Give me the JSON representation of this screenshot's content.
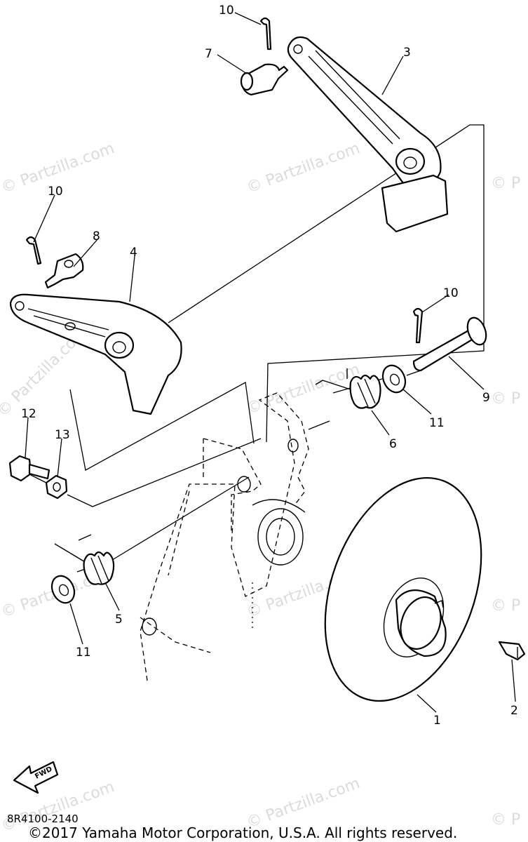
{
  "diagram": {
    "watermark_text": "© Partzilla.com",
    "watermark_short": "© P",
    "callouts": {
      "c10_top": "10",
      "c7": "7",
      "c3": "3",
      "c10_left": "10",
      "c8": "8",
      "c4": "4",
      "c10_right": "10",
      "c9": "9",
      "c12": "12",
      "c13": "13",
      "c6": "6",
      "c11_right": "11",
      "c5": "5",
      "c11_left": "11",
      "c2": "2",
      "c1": "1"
    },
    "fwd_label": "FWD",
    "diagram_code": "8R4100-2140",
    "copyright": "©2017  Yamaha Motor Corporation, U.S.A. All rights reserved."
  }
}
